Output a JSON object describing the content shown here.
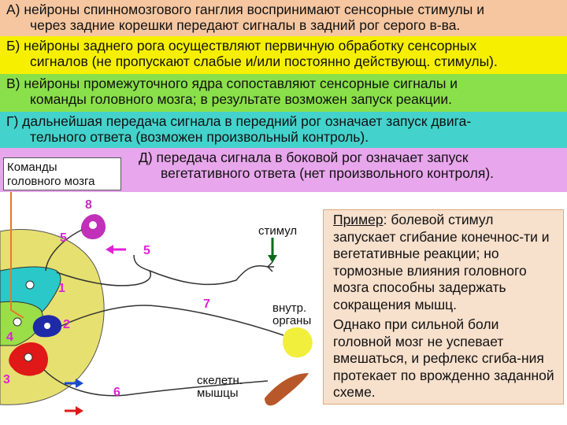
{
  "bands": [
    {
      "id": "a",
      "color": "#f5c6a0",
      "line1": "А) нейроны спинномозгового ганглия воспринимают сенсорные стимулы и",
      "line2": "через задние корешки передают сигналы в задний рог серого в-ва."
    },
    {
      "id": "b",
      "color": "#f6f000",
      "line1": "Б) нейроны заднего рога осуществляют первичную обработку сенсорных",
      "line2": "сигналов (не пропускают слабые и/или постоянно действующ. стимулы)."
    },
    {
      "id": "c",
      "color": "#8ae04a",
      "line1": "В) нейроны промежуточного ядра сопоставляют сенсорные сигналы и",
      "line2": "команды головного мозга; в результате возможен запуск реакции."
    },
    {
      "id": "d",
      "color": "#44d2cc",
      "line1": "Г) дальнейшая передача сигнала в передний рог означает запуск двига-",
      "line2": "тельного ответа (возможен произвольный контроль)."
    },
    {
      "id": "e",
      "color": "#e8a6ec",
      "line1": "Д) передача сигнала в боковой рог означает запуск",
      "line2": "вегетативного ответа (нет произвольного контроля)."
    }
  ],
  "commands_box": {
    "line1": "Команды",
    "line2": "головного мозга"
  },
  "diagram": {
    "labels": {
      "stimulus": "стимул",
      "internal_organs_1": "внутр.",
      "internal_organs_2": "органы",
      "skeletal_muscles_1": "скелетн.",
      "skeletal_muscles_2": "мышцы"
    },
    "numbers": {
      "n8": "8",
      "n5a": "5",
      "n5b": "5",
      "n1": "1",
      "n7": "7",
      "n2": "2",
      "n4": "4",
      "n3": "3",
      "n6": "6"
    },
    "colors": {
      "spinal_gray": "#e6e070",
      "dorsal_horn": "#2ac8c8",
      "intermediate": "#9ade48",
      "lateral_horn": "#1e2aa8",
      "ventral_horn": "#e01818",
      "brain_neuron": "#c030b8",
      "ganglion_neuron": "#fbfbfb",
      "organ": "#f2ee3c",
      "muscle": "#b8582a",
      "arrow_magenta": "#e020d8",
      "arrow_blue": "#1a4ad0",
      "arrow_red": "#e01818",
      "arrow_green": "#0c6a1a"
    }
  },
  "note": {
    "p1_lead": "Пример",
    "p1_text": ": болевой стимул запускает сгибание конечнос-ти и вегетативные реакции; но тормозные влияния головного мозга способны задержать сокращения мышц.",
    "p2_text": "Однако при сильной боли головной мозг не успевает вмешаться, и рефлекс сгиба-ния протекает по врожденно заданной схеме."
  }
}
